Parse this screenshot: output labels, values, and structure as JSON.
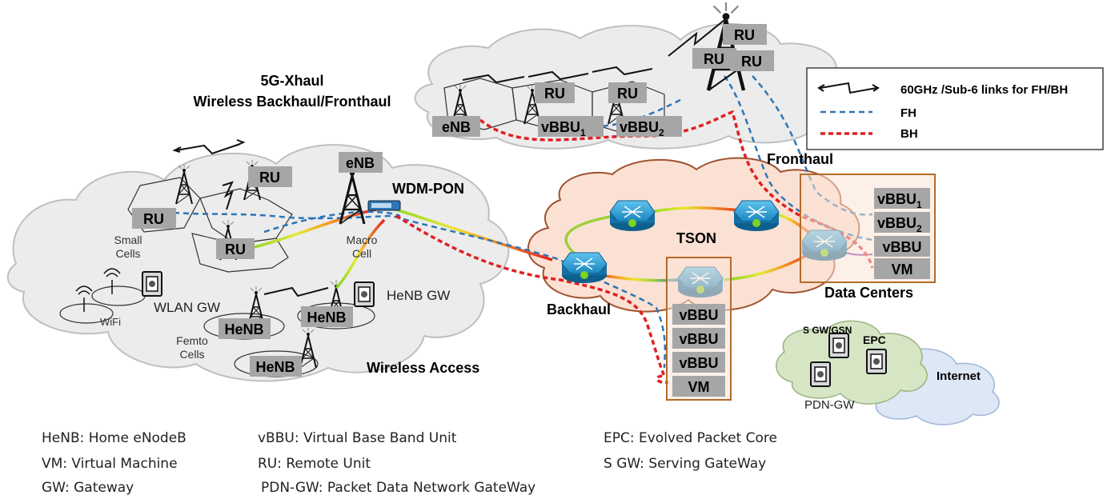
{
  "title": "5G-Xhaul Wireless Backhaul/Fronthaul",
  "labels": {
    "wdm_pon": "WDM-PON",
    "macro_cell": "Macro Cell",
    "small_cells": "Small Cells",
    "wlan_gw": "WLAN GW",
    "wifi": "WiFi",
    "henb_gw": "HeNB GW",
    "femto_cells": "Femto Cells",
    "wireless_access": "Wireless Access",
    "tson": "TSON",
    "backhaul": "Backhaul",
    "fronthaul": "Fronthaul",
    "data_centers": "Data Centers",
    "sgw_gsn": "S GW/GSN",
    "epc": "EPC",
    "pdn_gw": "PDN-GW",
    "internet": "Internet"
  },
  "boxes": {
    "ru": "RU",
    "enb": "eNB",
    "henb": "HeNB",
    "vbbu": "vBBU",
    "vm": "VM",
    "vbbu_base": "vBBU",
    "sub1": "1",
    "sub2": "2"
  },
  "legend": {
    "wireless": "60GHz /Sub-6 links for FH/BH",
    "fh": "FH",
    "bh": "BH"
  },
  "glossary": [
    "HeNB: Home eNodeB",
    "VM: Virtual Machine",
    "GW: Gateway",
    "vBBU: Virtual Base Band Unit",
    "RU: Remote Unit",
    "PDN-GW: Packet Data Network GateWay",
    "EPC: Evolved Packet Core",
    "S GW: Serving GateWay"
  ],
  "colors": {
    "cloud": "#ececec",
    "tson_cloud": "#fbe1d3",
    "box_fill": "#a6a6a6",
    "router": "#1d9ad6",
    "fh_line": "#2e75b6",
    "bh_line": "#e02020",
    "internet_green": "#d6e6c5",
    "internet_blue": "#dde7f5",
    "rack_border": "#b36b2a"
  }
}
